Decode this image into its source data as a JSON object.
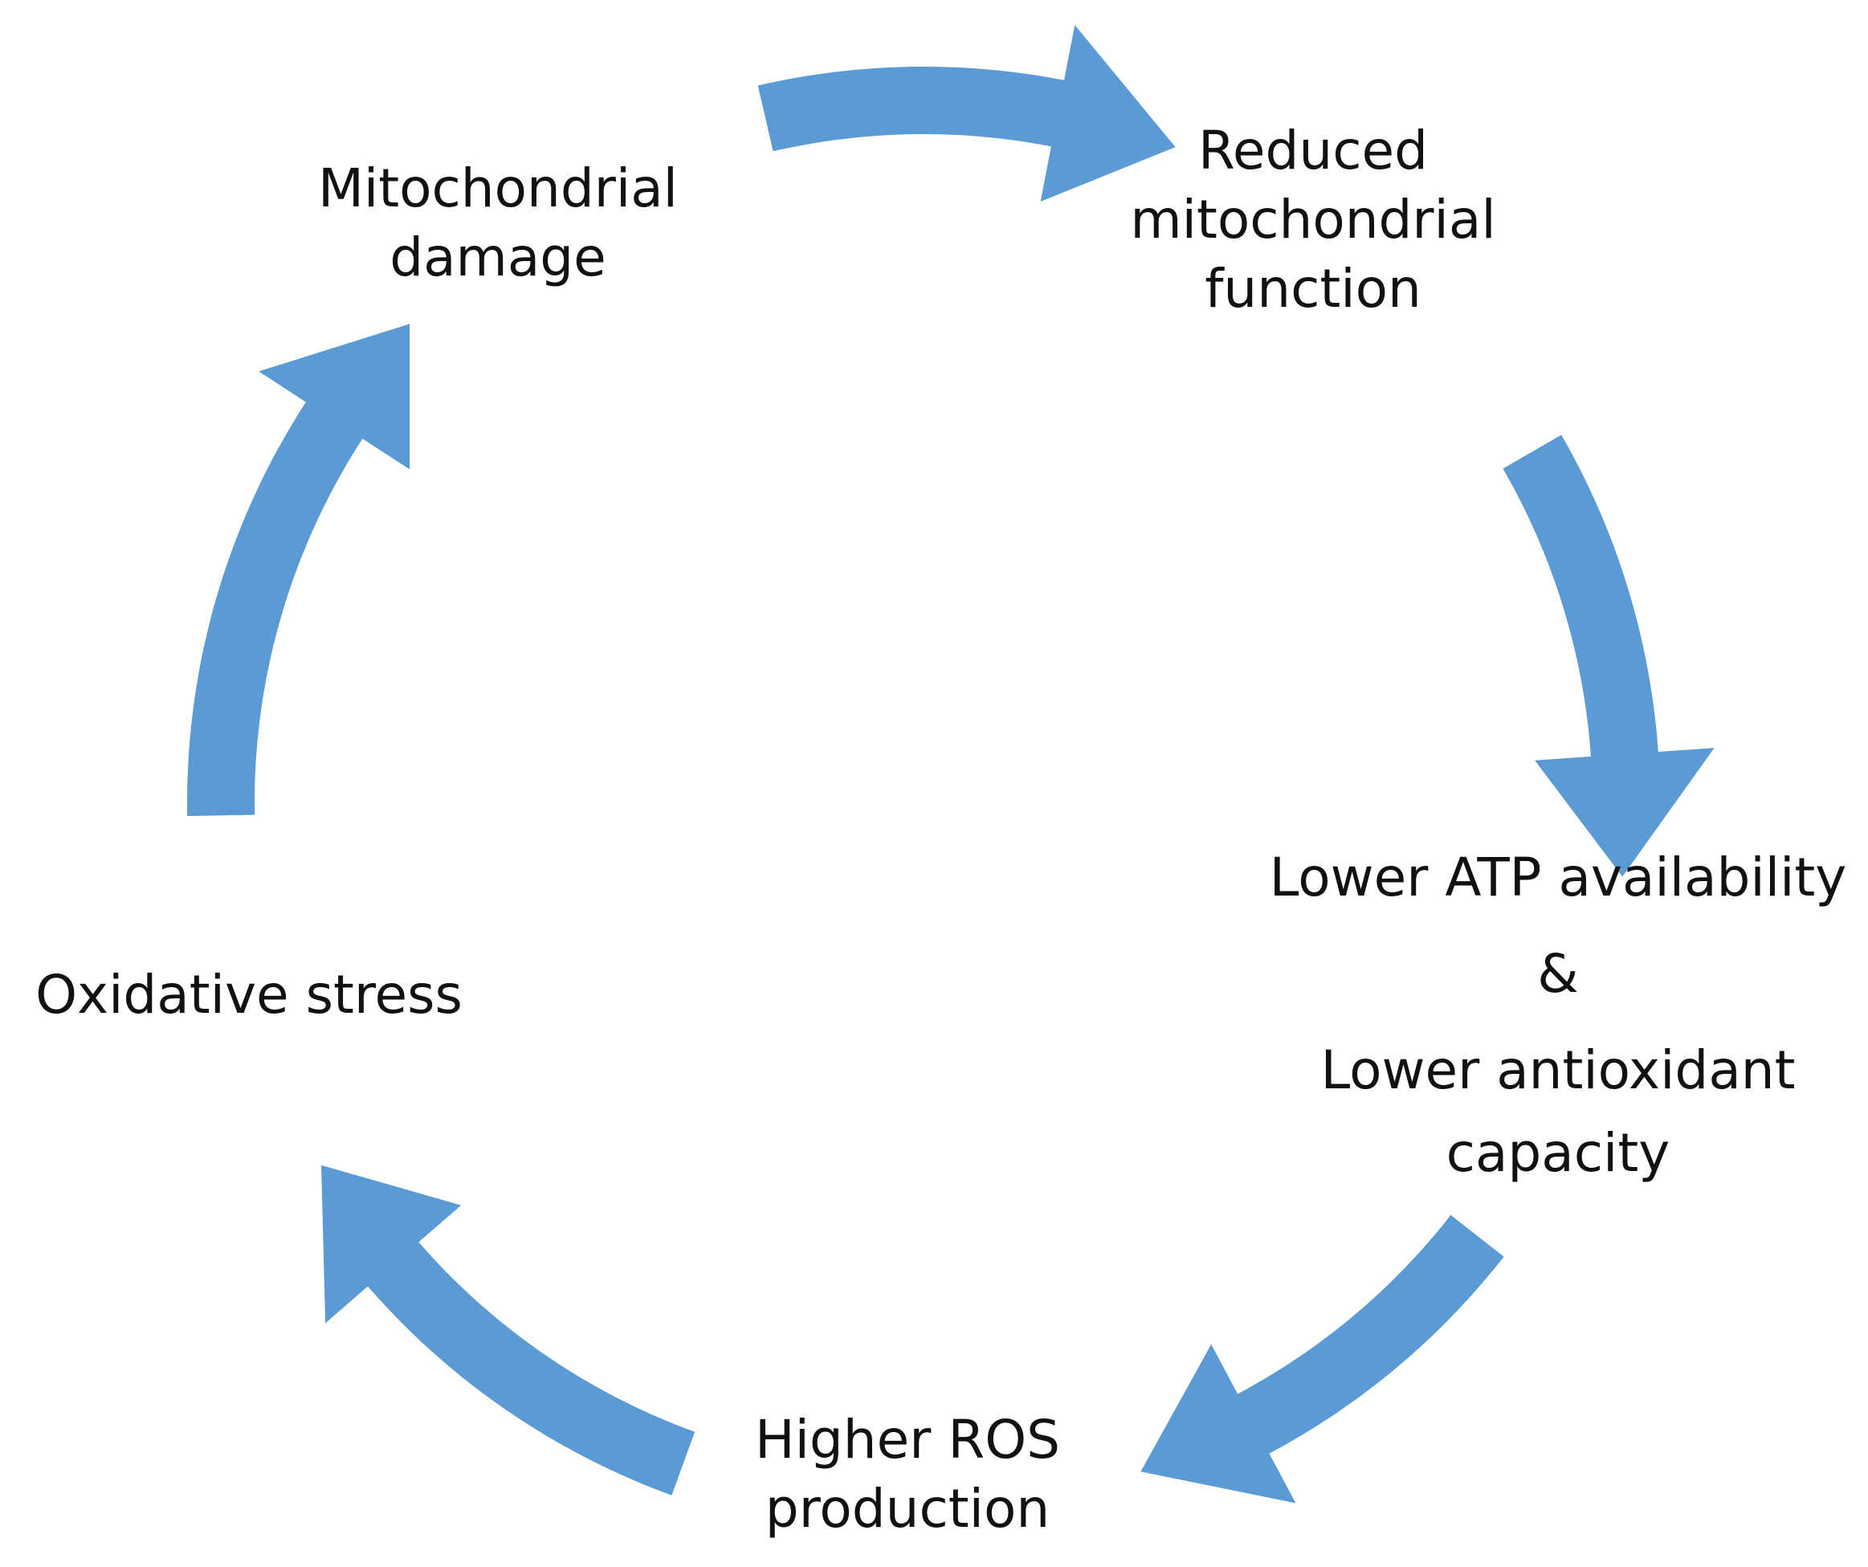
{
  "diagram": {
    "arrow_color": "#5b9bd5",
    "nodes": {
      "mitochondrial_damage": [
        "Mitochondrial",
        "damage"
      ],
      "reduced_function": [
        "Reduced",
        "mitochondrial",
        "function"
      ],
      "lower_atp": {
        "line1": "Lower ATP availability",
        "connector": "&",
        "line2": "Lower antioxidant",
        "line3": "capacity"
      },
      "higher_ros": [
        "Higher ROS",
        "production"
      ],
      "oxidative_stress": "Oxidative stress"
    }
  }
}
